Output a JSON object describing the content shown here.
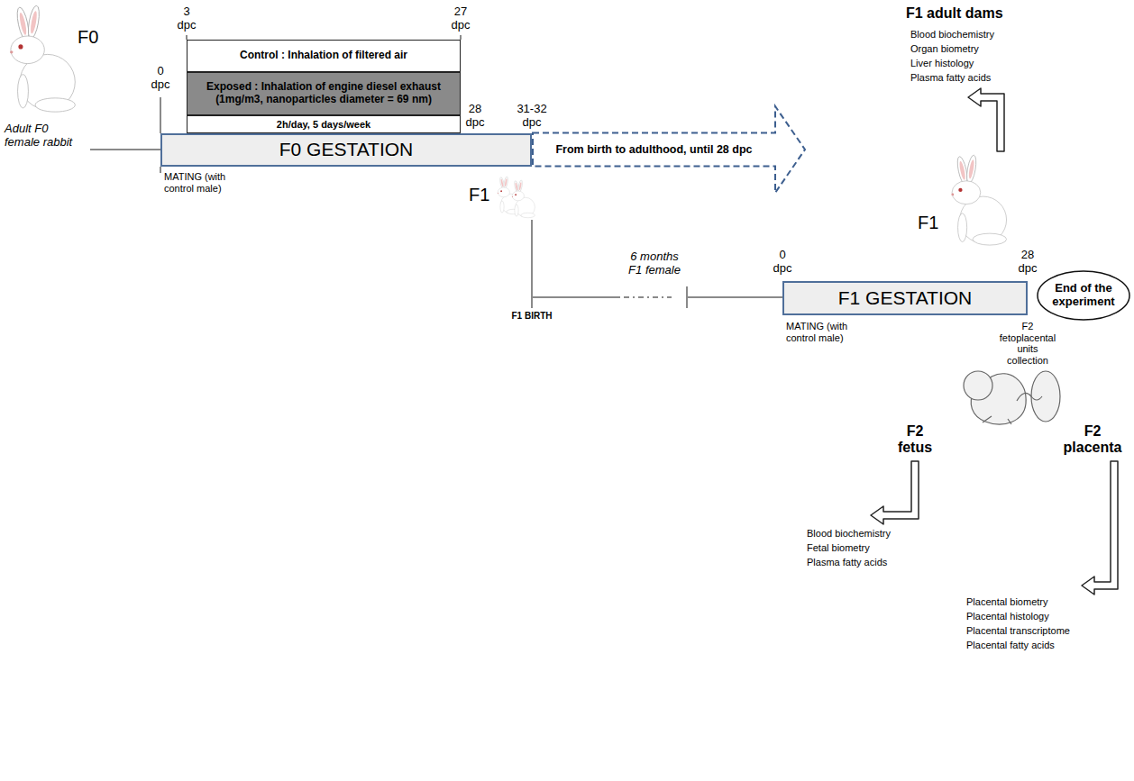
{
  "diagram": {
    "nodes": [
      {
        "text": [
          "Control : Inhalation of filtered air"
        ]
      },
      {
        "text": [
          "Exposed : Inhalation of engine diesel exhaust (1mg/m3, nanoparticles diameter = 69 nm)"
        ]
      },
      {
        "text": [
          "2h/day, 5 days/week"
        ]
      },
      {
        "text": [
          "F0 GESTATION"
        ]
      },
      {
        "text": [
          "From birth to adulthood, until 28 dpc"
        ]
      },
      {
        "text": [
          "F1 GESTATION"
        ]
      },
      {
        "text": [
          "End of the experiment"
        ]
      }
    ],
    "labels": [
      "F0",
      "Adult F0 female rabbit",
      "3 dpc",
      "27 dpc",
      "0 dpc",
      "28 dpc",
      "31-32 dpc",
      "MATING (with control male)",
      "F1",
      "F1 adult dams",
      "Blood biochemistry",
      "Organ biometry",
      "Liver histology",
      "Plasma fatty acids",
      "F1",
      "F1 BIRTH",
      "6 months F1 female",
      "0 dpc",
      "28 dpc",
      "MATING (with control male)",
      "F2 fetoplacental units collection",
      "F2 fetus",
      "F2 placenta",
      "Blood biochemistry",
      "Fetal biometry",
      "Plasma fatty acids",
      "Placental biometry",
      "Placental histology",
      "Placental transcriptome",
      "Placental fatty acids"
    ]
  }
}
